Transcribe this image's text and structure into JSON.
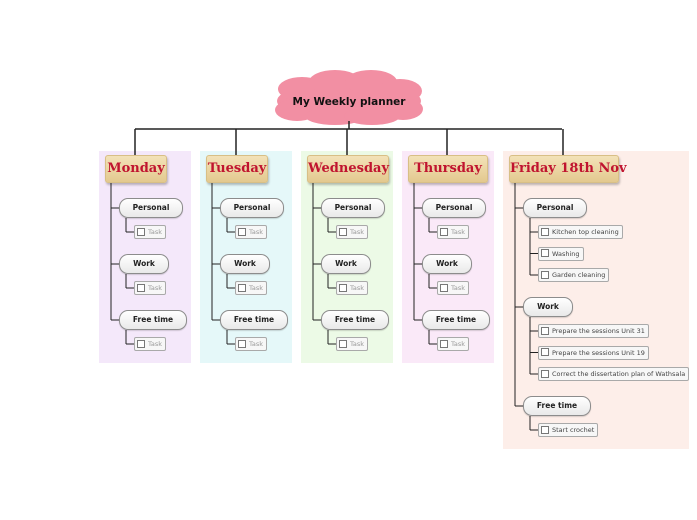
{
  "title": "My Weekly planner",
  "days": [
    {
      "name": "Monday",
      "categories": [
        {
          "label": "Personal",
          "tasks": [
            "Task"
          ]
        },
        {
          "label": "Work",
          "tasks": [
            "Task"
          ]
        },
        {
          "label": "Free time",
          "tasks": [
            "Task"
          ]
        }
      ]
    },
    {
      "name": "Tuesday",
      "categories": [
        {
          "label": "Personal",
          "tasks": [
            "Task"
          ]
        },
        {
          "label": "Work",
          "tasks": [
            "Task"
          ]
        },
        {
          "label": "Free time",
          "tasks": [
            "Task"
          ]
        }
      ]
    },
    {
      "name": "Wednesday",
      "categories": [
        {
          "label": "Personal",
          "tasks": [
            "Task"
          ]
        },
        {
          "label": "Work",
          "tasks": [
            "Task"
          ]
        },
        {
          "label": "Free time",
          "tasks": [
            "Task"
          ]
        }
      ]
    },
    {
      "name": "Thursday",
      "categories": [
        {
          "label": "Personal",
          "tasks": [
            "Task"
          ]
        },
        {
          "label": "Work",
          "tasks": [
            "Task"
          ]
        },
        {
          "label": "Free time",
          "tasks": [
            "Task"
          ]
        }
      ]
    },
    {
      "name": "Friday 18th Nov",
      "categories": [
        {
          "label": "Personal",
          "tasks": [
            "Kitchen top cleaning",
            "Washing",
            "Garden cleaning"
          ]
        },
        {
          "label": "Work",
          "tasks": [
            "Prepare the sessions Unit 31",
            "Prepare the  sessions Unit 19",
            "Correct the dissertation plan of Wathsala"
          ]
        },
        {
          "label": "Free time",
          "tasks": [
            "Start crochet"
          ]
        }
      ]
    }
  ],
  "colors": {
    "title_cloud": "#f28fa3",
    "day_text": "#c0142f",
    "column_backgrounds": [
      "#f4e8fa",
      "#e5f8f9",
      "#ecfae6",
      "#fae9f8",
      "#fdeee9"
    ]
  }
}
